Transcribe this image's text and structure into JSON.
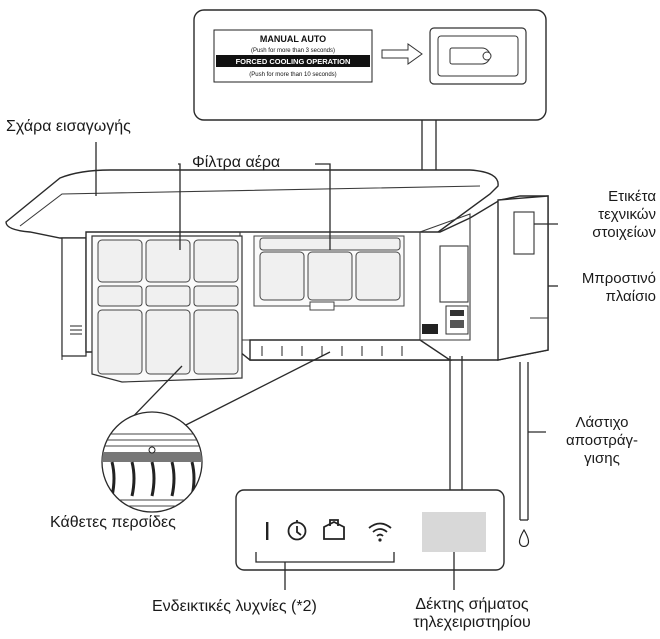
{
  "callout": {
    "manual_auto": "MANUAL AUTO",
    "manual_auto_note": "(Push for more than 3 seconds)",
    "forced_cooling": "FORCED COOLING OPERATION",
    "forced_cooling_note": "(Push for more than 10 seconds)"
  },
  "labels": {
    "intake_grille": "Σχάρα εισαγωγής",
    "air_filters": "Φίλτρα αέρα",
    "spec_label_1": "Ετικέτα",
    "spec_label_2": "τεχνικών",
    "spec_label_3": "στοιχείων",
    "front_panel_1": "Μπροστινό",
    "front_panel_2": "πλαίσιο",
    "drain_hose_1": "Λάστιχο",
    "drain_hose_2": "αποστράγ-",
    "drain_hose_3": "γισης",
    "vertical_louvers": "Κάθετες περσίδες",
    "indicator_lamps": "Ενδεικτικές λυχνίες (*2)",
    "remote_receiver_1": "Δέκτης σήματος",
    "remote_receiver_2": "τηλεχειριστηρίου"
  },
  "icons": [
    "power-bar-icon",
    "timer-icon",
    "home-leave-icon",
    "wifi-icon"
  ],
  "colors": {
    "line": "#2a2a2a",
    "receiver": "#d8d8d8",
    "label_dark": "#111111"
  }
}
